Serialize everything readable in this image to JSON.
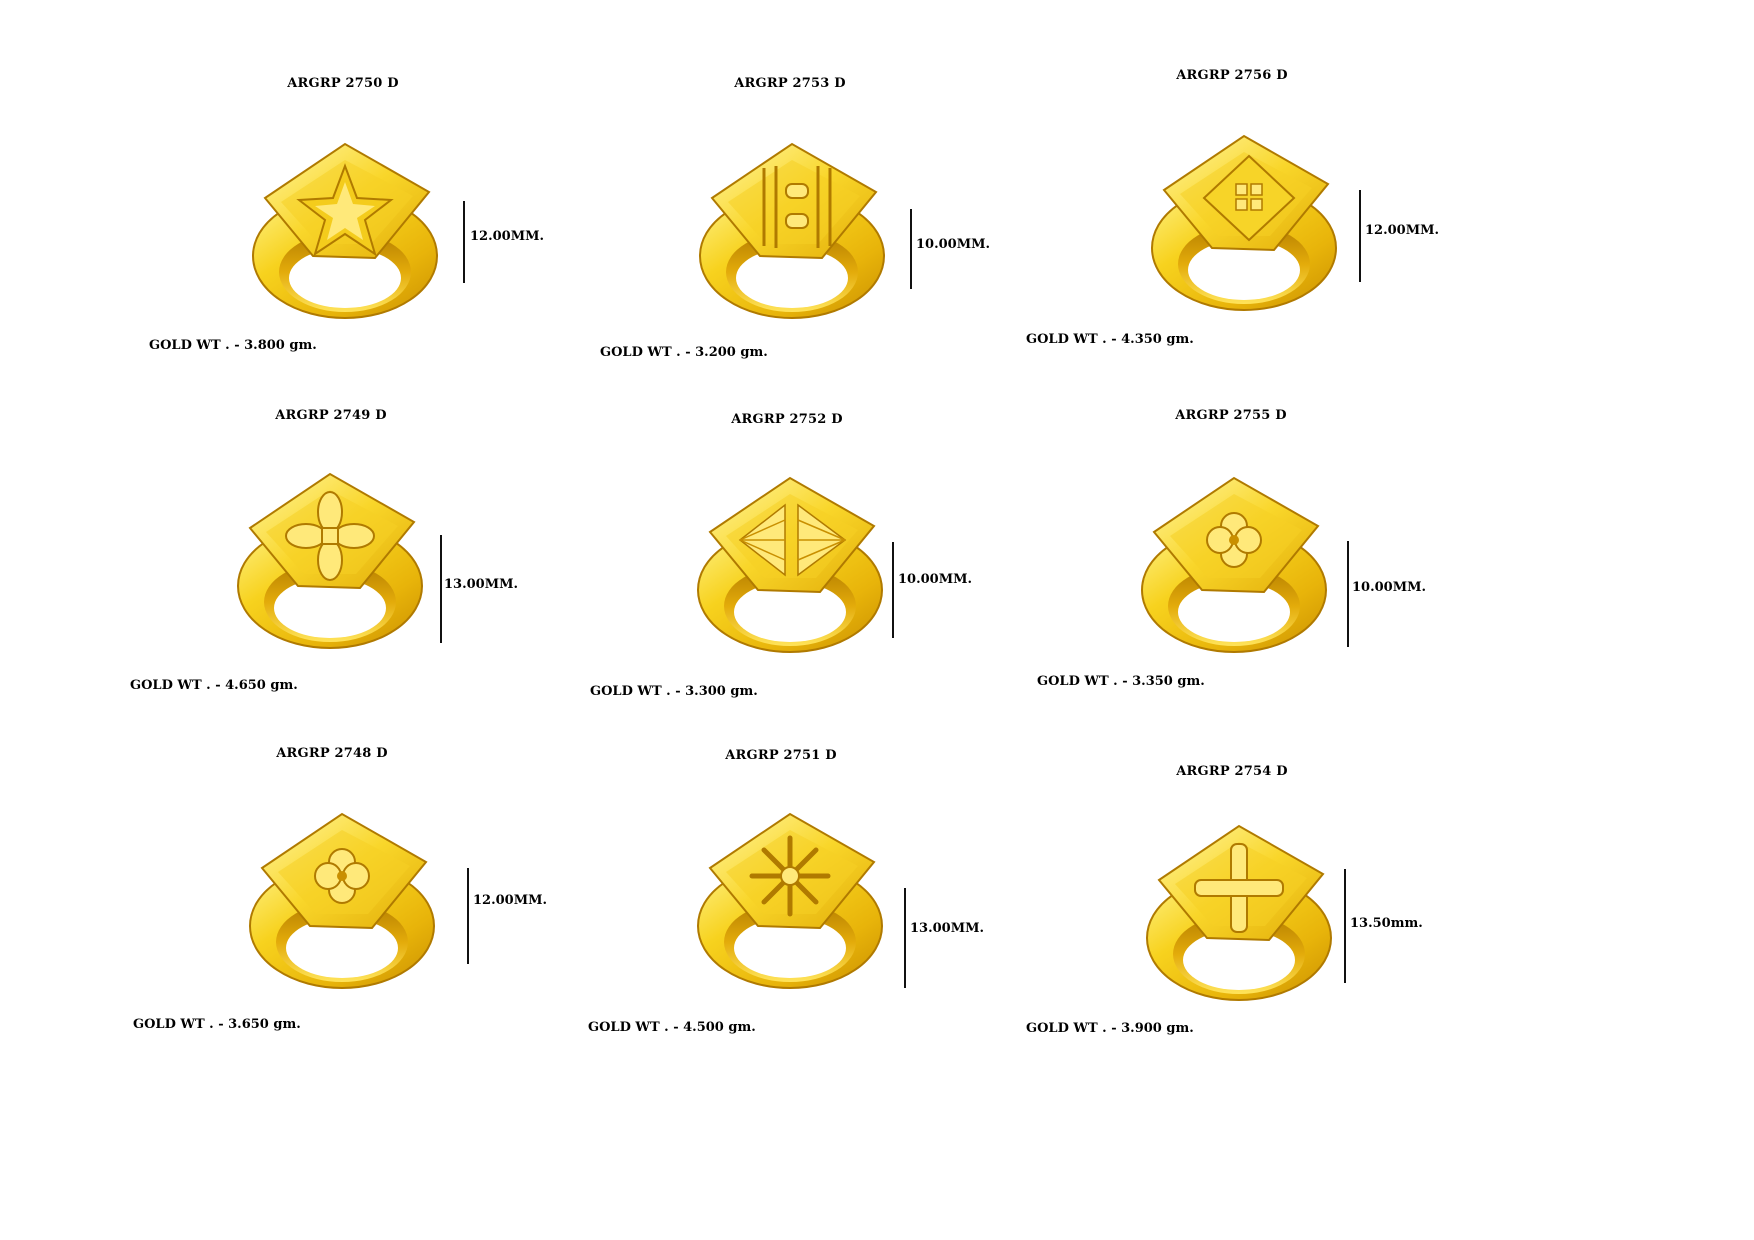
{
  "items": [
    {
      "code": "ARGRP 2750 D",
      "height": "12.00MM.",
      "weight": "GOLD WT . - 3.800 gm.",
      "motif": "star-icon"
    },
    {
      "code": "ARGRP 2753 D",
      "height": "10.00MM.",
      "weight": "GOLD WT . - 3.200 gm.",
      "motif": "ribbed-icon"
    },
    {
      "code": "ARGRP 2756 D",
      "height": "12.00MM.",
      "weight": "GOLD WT . - 4.350 gm.",
      "motif": "diamond-icon"
    },
    {
      "code": "ARGRP 2749 D",
      "height": "13.00MM.",
      "weight": "GOLD WT . - 4.650 gm.",
      "motif": "flower-cross-icon"
    },
    {
      "code": "ARGRP 2752 D",
      "height": "10.00MM.",
      "weight": "GOLD WT . - 3.300 gm.",
      "motif": "fan-icon"
    },
    {
      "code": "ARGRP 2755 D",
      "height": "10.00MM.",
      "weight": "GOLD WT . - 3.350 gm.",
      "motif": "clover-icon"
    },
    {
      "code": "ARGRP 2748 D",
      "height": "12.00MM.",
      "weight": "GOLD WT . - 3.650 gm.",
      "motif": "clover-icon"
    },
    {
      "code": "ARGRP 2751 D",
      "height": "13.00MM.",
      "weight": "GOLD WT . - 4.500 gm.",
      "motif": "starburst-icon"
    },
    {
      "code": "ARGRP 2754 D",
      "height": "13.50mm.",
      "weight": "GOLD WT . - 3.900 gm.",
      "motif": "cross-icon"
    }
  ],
  "colors": {
    "gold_light": "#ffe873",
    "gold": "#f2c615",
    "gold_dark": "#c98f00",
    "gold_shadow": "#9c6a00"
  }
}
